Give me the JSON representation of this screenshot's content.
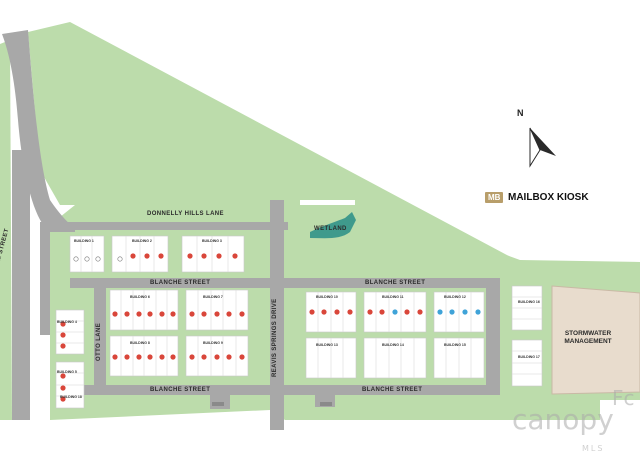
{
  "streets": {
    "n_graham": "N GRAHAM STREET",
    "donnelly": "DONNELLY HILLS LANE",
    "blanche_top_left": "BLANCHE STREET",
    "blanche_top_right": "BLANCHE STREET",
    "blanche_bottom_left": "BLANCHE STREET",
    "blanche_bottom_right": "BLANCHE STREET",
    "otto": "OTTO LANE",
    "reavis": "REAVIS SPRINGS DRIVE"
  },
  "features": {
    "wetland": "WETLAND",
    "stormwater": "STORMWATER MANAGEMENT"
  },
  "legend": {
    "badge": "MB",
    "label": "MAILBOX KIOSK"
  },
  "north_label": "N",
  "buildings": [
    {
      "label": "BUILDING 1"
    },
    {
      "label": "BUILDING 2"
    },
    {
      "label": "BUILDING 3"
    },
    {
      "label": "BUILDING 4"
    },
    {
      "label": "BUILDING 5"
    },
    {
      "label": "BUILDING 6"
    },
    {
      "label": "BUILDING 7"
    },
    {
      "label": "BUILDING 8"
    },
    {
      "label": "BUILDING 9"
    },
    {
      "label": "BUILDING 10"
    },
    {
      "label": "BUILDING 11"
    },
    {
      "label": "BUILDING 12"
    },
    {
      "label": "BUILDING 13"
    },
    {
      "label": "BUILDING 14"
    },
    {
      "label": "BUILDING 15"
    },
    {
      "label": "BUILDING 16"
    },
    {
      "label": "BUILDING 17"
    },
    {
      "label": "BUILDING 18"
    }
  ],
  "colors": {
    "grass": "#b9d9a8",
    "road": "#a9a9a9",
    "sold": "#d9463a",
    "available": "#3fa3d8",
    "wetland": "#3f9a8c",
    "stormwater": "#e8dccd"
  },
  "watermark": {
    "line1": "Fc",
    "line2": "canopy",
    "line3": "MLS"
  }
}
